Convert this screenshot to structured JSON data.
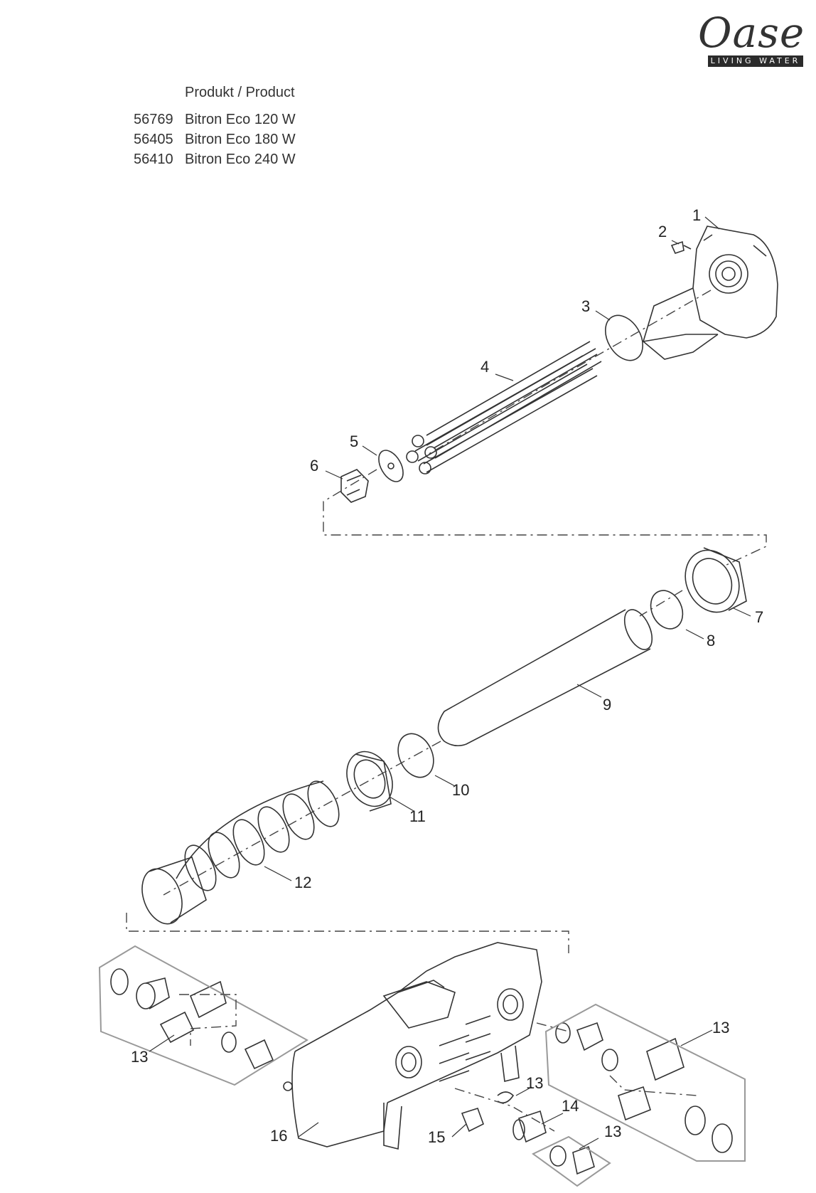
{
  "brand": {
    "name": "Oase",
    "tagline": "LIVING WATER"
  },
  "product_header": "Produkt / Product",
  "products": [
    {
      "number": "56769",
      "name": "Bitron Eco 120 W"
    },
    {
      "number": "56405",
      "name": "Bitron Eco 180 W"
    },
    {
      "number": "56410",
      "name": "Bitron Eco 240 W"
    }
  ],
  "part_labels": {
    "p1": "1",
    "p2": "2",
    "p3": "3",
    "p4": "4",
    "p5": "5",
    "p6": "6",
    "p7": "7",
    "p8": "8",
    "p9": "9",
    "p10": "10",
    "p11": "11",
    "p12": "12",
    "p13a": "13",
    "p13b": "13",
    "p13c": "13",
    "p13d": "13",
    "p14": "14",
    "p15": "15",
    "p16": "16"
  }
}
